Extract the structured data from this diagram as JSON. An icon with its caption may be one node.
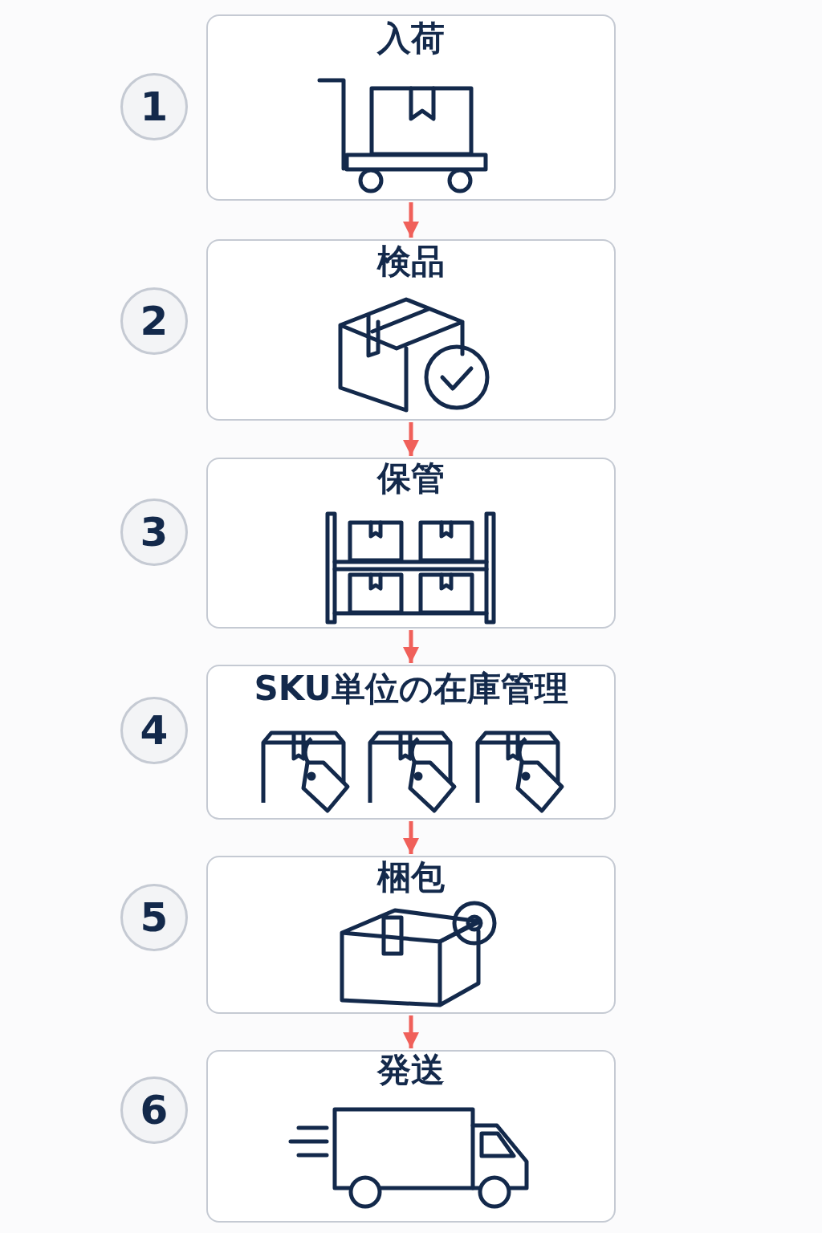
{
  "diagram": {
    "nodes": [
      {
        "text": [
          "1"
        ]
      },
      {
        "text": [
          "入荷"
        ]
      },
      {
        "text": [
          "2"
        ]
      },
      {
        "text": [
          "検品"
        ]
      },
      {
        "text": [
          "3"
        ]
      },
      {
        "text": [
          "保管"
        ]
      },
      {
        "text": [
          "4"
        ]
      },
      {
        "text": [
          "SKU単位の在庫管理"
        ]
      },
      {
        "text": [
          "5"
        ]
      },
      {
        "text": [
          "梱包"
        ]
      },
      {
        "text": [
          "6"
        ]
      },
      {
        "text": [
          "発送"
        ]
      }
    ],
    "edges": [
      {
        "from": 1,
        "to": 3,
        "arrow": "to",
        "color": "#f0605a"
      },
      {
        "from": 3,
        "to": 5,
        "arrow": "to",
        "color": "#f0605a"
      },
      {
        "from": 5,
        "to": 7,
        "arrow": "to",
        "color": "#f0605a"
      },
      {
        "from": 7,
        "to": 9,
        "arrow": "to",
        "color": "#f0605a"
      },
      {
        "from": 9,
        "to": 11,
        "arrow": "to",
        "color": "#f0605a"
      }
    ]
  }
}
